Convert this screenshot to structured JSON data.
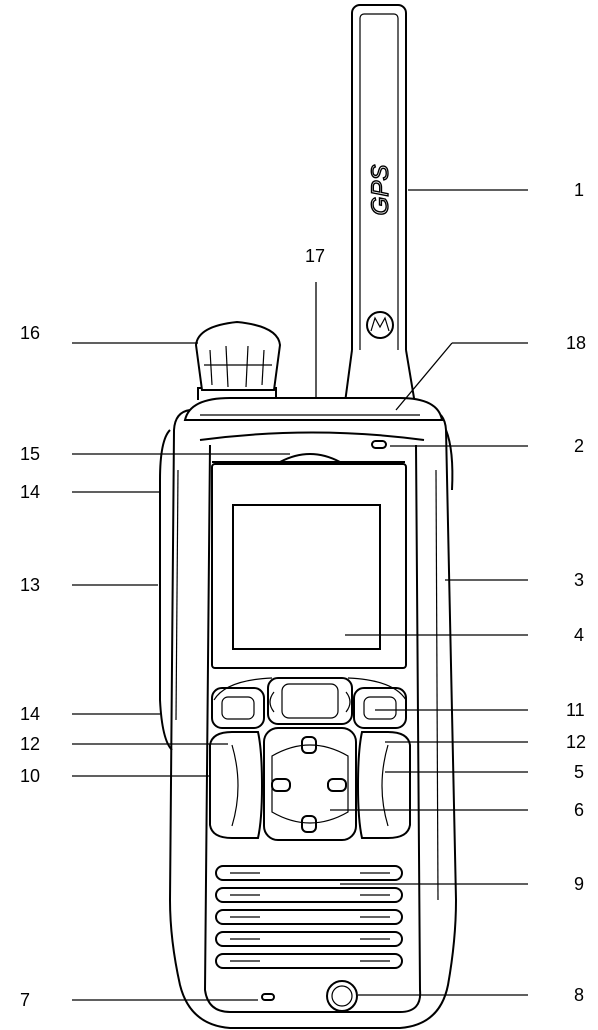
{
  "antenna": {
    "label": "GPS"
  },
  "callouts": [
    {
      "id": "1",
      "label": "1"
    },
    {
      "id": "2",
      "label": "2"
    },
    {
      "id": "3",
      "label": "3"
    },
    {
      "id": "4",
      "label": "4"
    },
    {
      "id": "5",
      "label": "5"
    },
    {
      "id": "6",
      "label": "6"
    },
    {
      "id": "7",
      "label": "7"
    },
    {
      "id": "8",
      "label": "8"
    },
    {
      "id": "9",
      "label": "9"
    },
    {
      "id": "10",
      "label": "10"
    },
    {
      "id": "11",
      "label": "11"
    },
    {
      "id": "12a",
      "label": "12"
    },
    {
      "id": "12b",
      "label": "12"
    },
    {
      "id": "13",
      "label": "13"
    },
    {
      "id": "14a",
      "label": "14"
    },
    {
      "id": "14b",
      "label": "14"
    },
    {
      "id": "15",
      "label": "15"
    },
    {
      "id": "16",
      "label": "16"
    },
    {
      "id": "17",
      "label": "17"
    },
    {
      "id": "18",
      "label": "18"
    }
  ]
}
